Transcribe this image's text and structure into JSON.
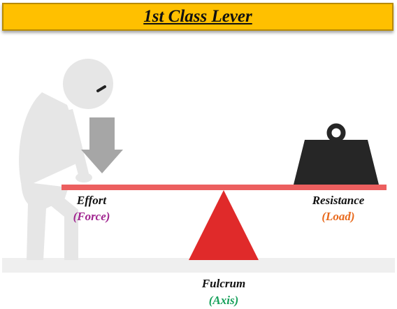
{
  "title": "1st Class Lever",
  "labels": {
    "effort": "Effort",
    "effort_sub": "(Force)",
    "resistance": "Resistance",
    "resistance_sub": "(Load)",
    "fulcrum": "Fulcrum",
    "fulcrum_sub": "(Axis)"
  },
  "colors": {
    "banner": "#ffc000",
    "lever_bar": "#ec5f5f",
    "fulcrum": "#e02a2a",
    "weight": "#262626",
    "arrow": "#a6a6a6",
    "person": "#e6e6e6",
    "effort_sub": "#a0238f",
    "resistance_sub": "#e8691c",
    "fulcrum_sub": "#16a05a"
  },
  "icons": {
    "person": "person-pushing-icon",
    "arrow": "down-arrow-icon",
    "weight": "weight-icon"
  }
}
